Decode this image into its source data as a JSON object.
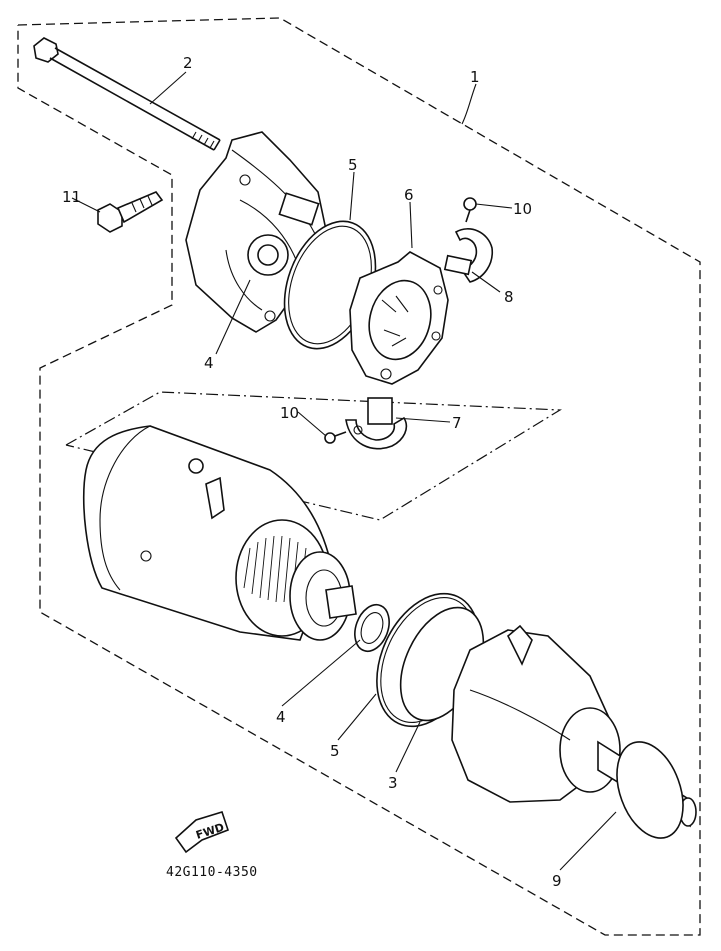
{
  "callouts": {
    "c1": "1",
    "c2": "2",
    "c3": "3",
    "c4a": "4",
    "c4b": "4",
    "c5a": "5",
    "c5b": "5",
    "c6": "6",
    "c7": "7",
    "c8": "8",
    "c9": "9",
    "c10a": "10",
    "c10b": "10",
    "c11": "11"
  },
  "fwd_label": "FWD",
  "diagram_code": "42G110-4350"
}
